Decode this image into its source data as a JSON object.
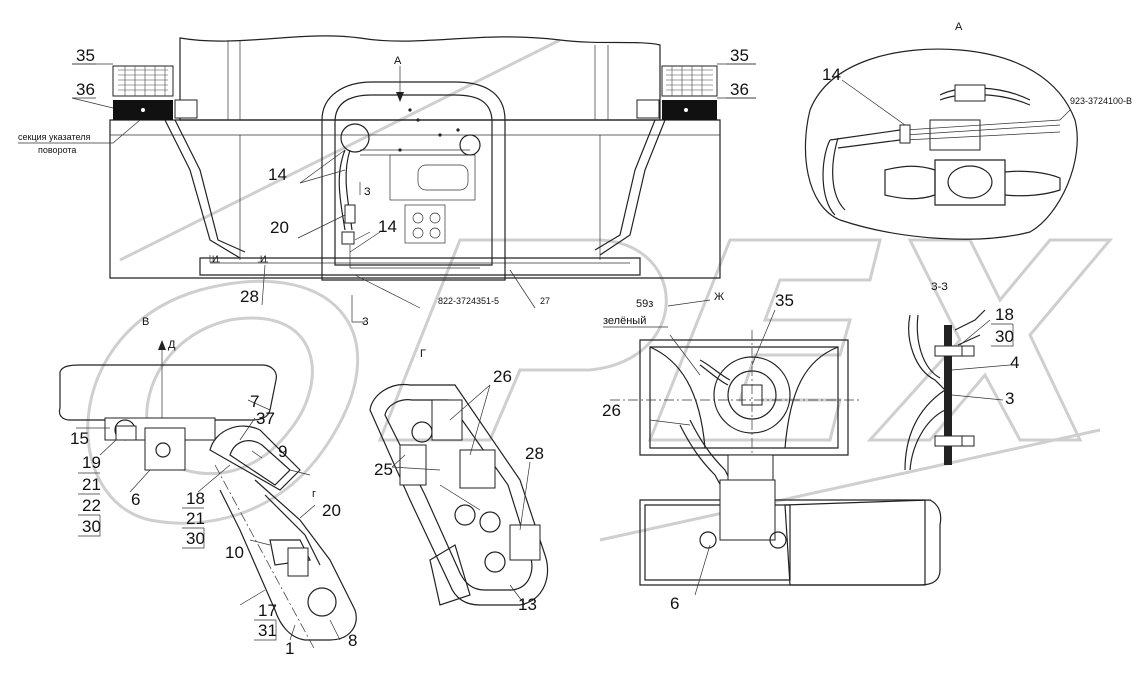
{
  "view_labels": {
    "view_a": "А",
    "view_v": "В",
    "view_g": "Г",
    "section_zz": "З-З",
    "arrow_a": "А",
    "arrow_d": "Д",
    "arrow_g": "г",
    "arrow_zh": "Ж",
    "section_mark_top": "З",
    "section_mark_bottom": "З",
    "arrow_i_left": "И",
    "arrow_i_right": "И"
  },
  "notes": {
    "turn_signal_section": "секция указателя поворота",
    "turn_signal_line1": "секция указателя",
    "turn_signal_line2": "поворота",
    "wire_green_num": "59з",
    "wire_green_color": "зелёный"
  },
  "part_numbers": {
    "harness_bottom": "822-3724351-5",
    "harness_view_a": "923-3724100-В",
    "small_27": "27"
  },
  "callouts": {
    "c35_left": "35",
    "c36_left": "36",
    "c35_right": "35",
    "c36_right": "36",
    "c14_main_top": "14",
    "c14_main_mid": "14",
    "c20_main": "20",
    "c28_main": "28",
    "c14_view_a": "14",
    "c15": "15",
    "c19": "19",
    "c21a": "21",
    "c22": "22",
    "c30a": "30",
    "c6_view_v": "6",
    "c7": "7",
    "c37": "37",
    "c9": "9",
    "c18a": "18",
    "c21b": "21",
    "c30b": "30",
    "c20_view_v": "20",
    "c10": "10",
    "c17": "17",
    "c31": "31",
    "c1": "1",
    "c8": "8",
    "c26_view_g": "26",
    "c25": "25",
    "c28_view_g": "28",
    "c13": "13",
    "c35_view_zh": "35",
    "c26_view_zh": "26",
    "c6_view_zh": "6",
    "c18_zz": "18",
    "c30_zz": "30",
    "c4": "4",
    "c3": "3"
  },
  "watermark": "OPEX",
  "colors": {
    "line": "#222222",
    "watermark": "#cfcfcf",
    "background": "#ffffff"
  }
}
